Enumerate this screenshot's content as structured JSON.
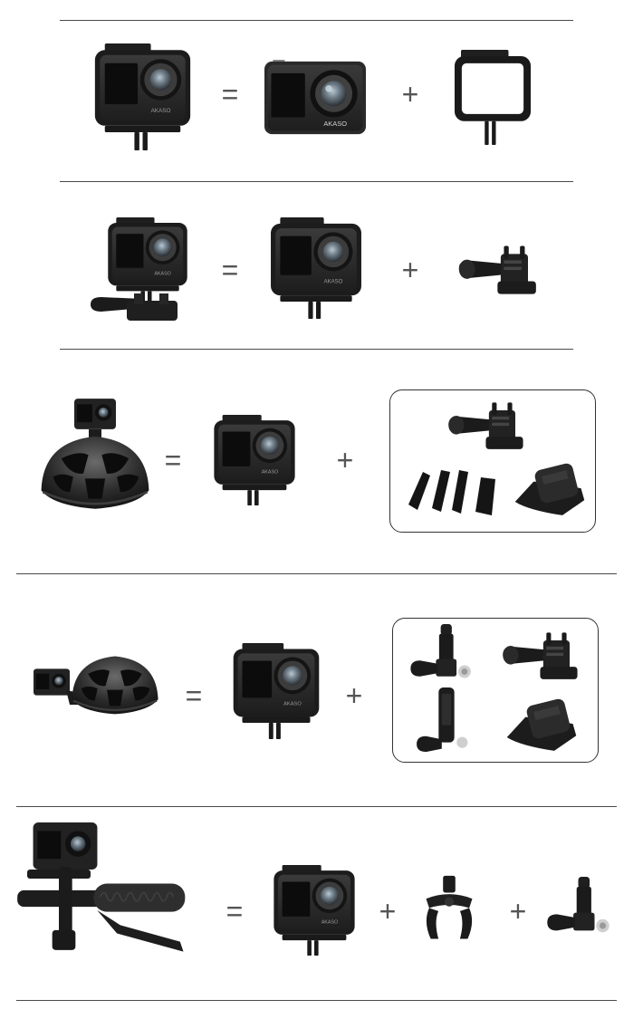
{
  "brand": "AKASO",
  "operators": {
    "equals": "=",
    "plus": "+"
  },
  "colors": {
    "line": "#4a4a4a",
    "body": "#2b2b2b",
    "body_dark": "#1a1a1a",
    "screen": "#0f0f0f",
    "lens_ring": "#3c3c3c",
    "lens_glass": "#7e8a94",
    "mount": "#222222",
    "metal": "#c9c9c9"
  },
  "rows": [
    {
      "items": [
        "camera-in-frame",
        "bare-camera",
        "open-frame"
      ]
    },
    {
      "items": [
        "camera-in-frame-with-buckle",
        "camera-in-frame",
        "buckle-mount-with-screw"
      ]
    },
    {
      "items": [
        "helmet-top-mount",
        "camera-in-frame",
        "kit: buckle-mount, vented-helmet-straps, curved-adhesive-mount"
      ]
    },
    {
      "items": [
        "helmet-side-mount",
        "camera-in-frame",
        "kit: j-hook-buckle, buckle-mount, extension-arm, curved-adhesive-mount"
      ]
    },
    {
      "items": [
        "bike-handlebar-mount",
        "camera-in-frame",
        "handlebar-clamp",
        "pivot-arm-with-screw"
      ]
    }
  ]
}
